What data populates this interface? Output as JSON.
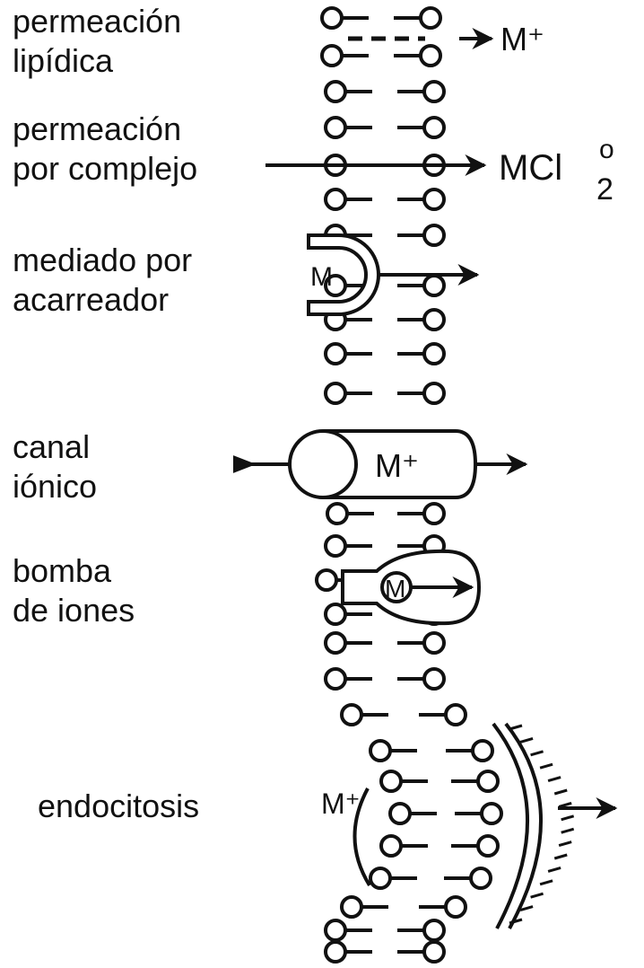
{
  "labels": {
    "lipid_permeation": {
      "line1": "permeación",
      "line2": "lipídica"
    },
    "complex_permeation": {
      "line1": "permeación",
      "line2": "por complejo"
    },
    "carrier_mediated": {
      "line1": "mediado por",
      "line2": "acarreador"
    },
    "ion_channel": {
      "line1": "canal",
      "line2": "iónico"
    },
    "ion_pump": {
      "line1": "bomba",
      "line2": "de iones"
    },
    "endocytosis": {
      "line1": "endocitosis"
    }
  },
  "species": {
    "metal_ion": "M⁺",
    "metal_complex_base": "MCl",
    "metal_complex_sub": "2",
    "metal_complex_sup": "o",
    "metal": "M"
  }
}
